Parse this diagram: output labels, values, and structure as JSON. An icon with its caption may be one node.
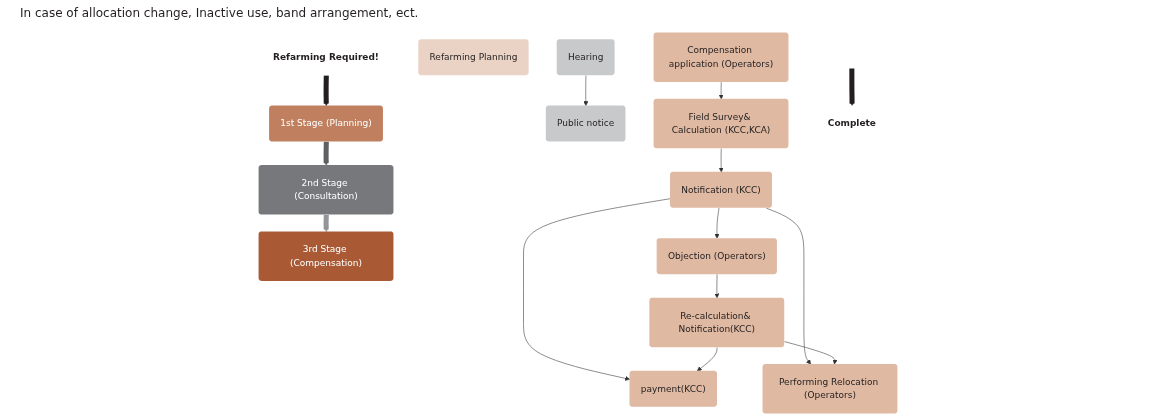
{
  "diagram": {
    "nodes": [
      {
        "text": [
          "Refarming Required!"
        ]
      },
      {
        "text": [
          "1st Stage (Planning)"
        ]
      },
      {
        "text": [
          "Refarming Planning"
        ]
      },
      {
        "text": [
          "2nd Stage (Consultation)"
        ]
      },
      {
        "text": [
          "Hearing"
        ]
      },
      {
        "text": [
          "Public notice"
        ]
      },
      {
        "text": [
          "3rd Stage (Compensation)"
        ]
      },
      {
        "text": [
          "Compensation application (Operators)"
        ]
      },
      {
        "text": [
          "Field Survey& Calculation (KCC,KCA)"
        ]
      },
      {
        "text": [
          "Notification (KCC)"
        ]
      },
      {
        "text": [
          "Objection (Operators)"
        ]
      },
      {
        "text": [
          "Re-calculation& Notification(KCC)"
        ]
      },
      {
        "text": [
          "payment(KCC)"
        ]
      },
      {
        "text": [
          "Performing Relocation (Operators)"
        ]
      },
      {
        "text": [
          "Complete"
        ]
      }
    ],
    "edges": [
      {
        "from": 0,
        "to": 1,
        "arrow": "to",
        "style": "thick",
        "color": "#231f20"
      },
      {
        "from": 1,
        "to": 3,
        "arrow": "to",
        "style": "thick",
        "color": "#5f6062"
      },
      {
        "from": 3,
        "to": 6,
        "arrow": "to",
        "style": "thick",
        "color": "#939598"
      },
      {
        "from": 4,
        "to": 5,
        "arrow": "to"
      },
      {
        "from": 7,
        "to": 8,
        "arrow": "to"
      },
      {
        "from": 8,
        "to": 9,
        "arrow": "to"
      },
      {
        "from": 9,
        "to": 12,
        "arrow": "to"
      },
      {
        "from": 9,
        "to": 13,
        "arrow": "to"
      },
      {
        "from": 9,
        "to": 10,
        "arrow": "to"
      },
      {
        "from": 10,
        "to": 11,
        "arrow": "to"
      },
      {
        "from": 11,
        "to": 12,
        "arrow": "to"
      },
      {
        "from": 11,
        "to": 13,
        "arrow": "to"
      },
      {
        "from": null,
        "to": 14,
        "arrow": "to",
        "style": "thick",
        "color": "#231f20"
      }
    ],
    "labels": [
      "In case of allocation change, Inactive use, band arrangement, ect."
    ]
  }
}
